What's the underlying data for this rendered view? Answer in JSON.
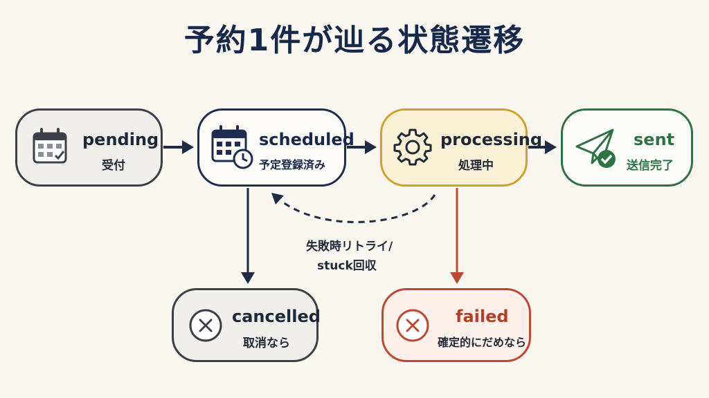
{
  "title": "予約1件が辿る状態遷移",
  "states": {
    "pending": {
      "en": "pending",
      "ja": "受付",
      "icon": "calendar-check-icon"
    },
    "scheduled": {
      "en": "scheduled",
      "ja": "予定登録済み",
      "icon": "calendar-clock-icon"
    },
    "processing": {
      "en": "processing",
      "ja": "処理中",
      "icon": "gear-icon"
    },
    "sent": {
      "en": "sent",
      "ja": "送信完了",
      "icon": "paper-plane-check-icon"
    },
    "cancelled": {
      "en": "cancelled",
      "ja": "取消なら",
      "icon": "x-circle-icon"
    },
    "failed": {
      "en": "failed",
      "ja": "確定的にだめなら",
      "icon": "x-circle-icon"
    }
  },
  "retry": {
    "line1": "失敗時リトライ/",
    "line2": "stuck回収"
  },
  "colors": {
    "navy": "#16294a",
    "dark": "#3b3f47",
    "gold": "#d0a030",
    "green": "#2f7345",
    "red": "#c0472f",
    "background": "#faf7f1"
  }
}
